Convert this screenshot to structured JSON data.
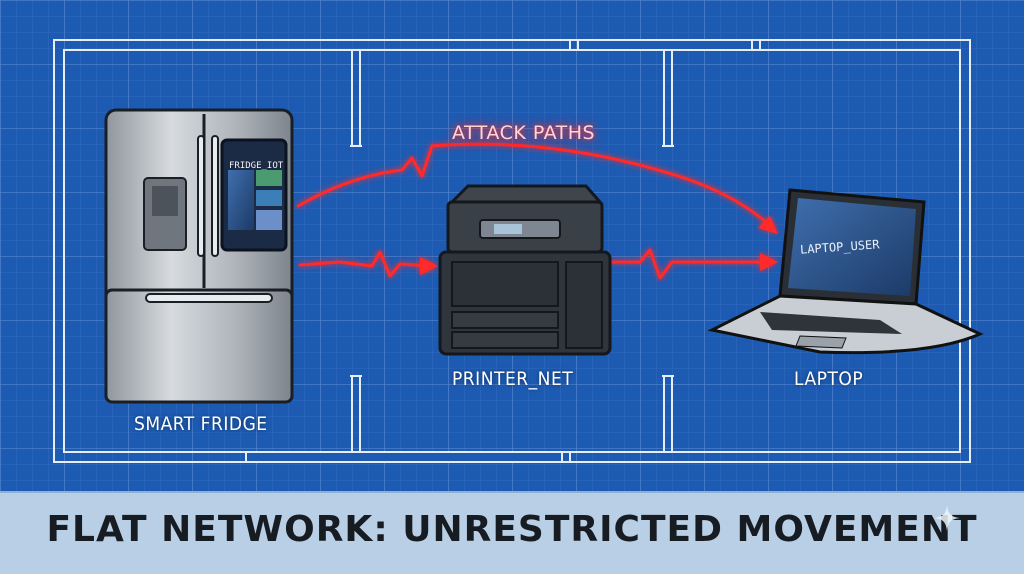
{
  "labels": {
    "attack": "ATTACK PATHS",
    "fridge_screen": "FRIDGE_IOT",
    "fridge": "SMART FRIDGE",
    "printer": "PRINTER_NET",
    "laptop_screen": "LAPTOP_USER",
    "laptop": "LAPTOP"
  },
  "banner": {
    "title": "FLAT NETWORK: UNRESTRICTED MOVEMENT"
  },
  "colors": {
    "background": "#1d5bb3",
    "grid": "#5f8fd6",
    "walls": "#e6eef9",
    "attack": "#ff2a2a",
    "banner": "#b9cfe6"
  }
}
